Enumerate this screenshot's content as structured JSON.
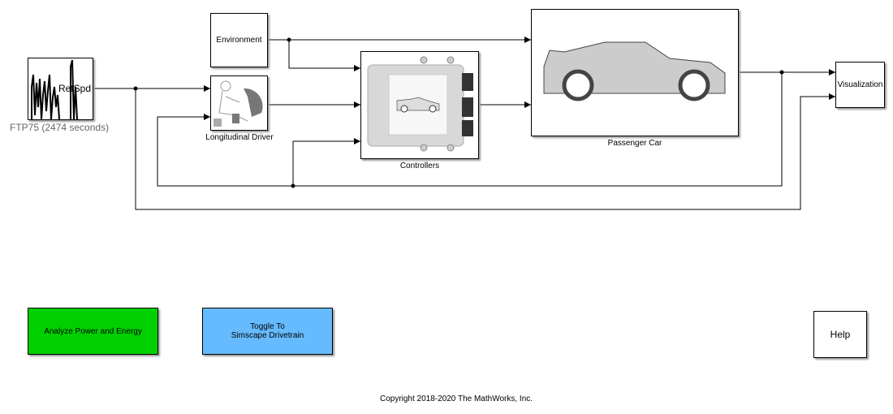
{
  "blocks": {
    "source": {
      "port_label": "RefSpd",
      "caption": "FTP75 (2474  seconds)"
    },
    "environment": {
      "label": "Environment"
    },
    "driver": {
      "caption": "Longitudinal Driver"
    },
    "controllers": {
      "caption": "Controllers"
    },
    "car": {
      "caption": "Passenger Car"
    },
    "visualization": {
      "label": "Visualization"
    }
  },
  "buttons": {
    "analyze": {
      "label": "Analyze Power and Energy",
      "color": "#00d000"
    },
    "toggle": {
      "line1": "Toggle To",
      "line2": "Simscape Drivetrain",
      "color": "#66bbff"
    },
    "help": {
      "label": "Help"
    }
  },
  "footer": {
    "copyright": "Copyright 2018-2020 The MathWorks, Inc."
  }
}
